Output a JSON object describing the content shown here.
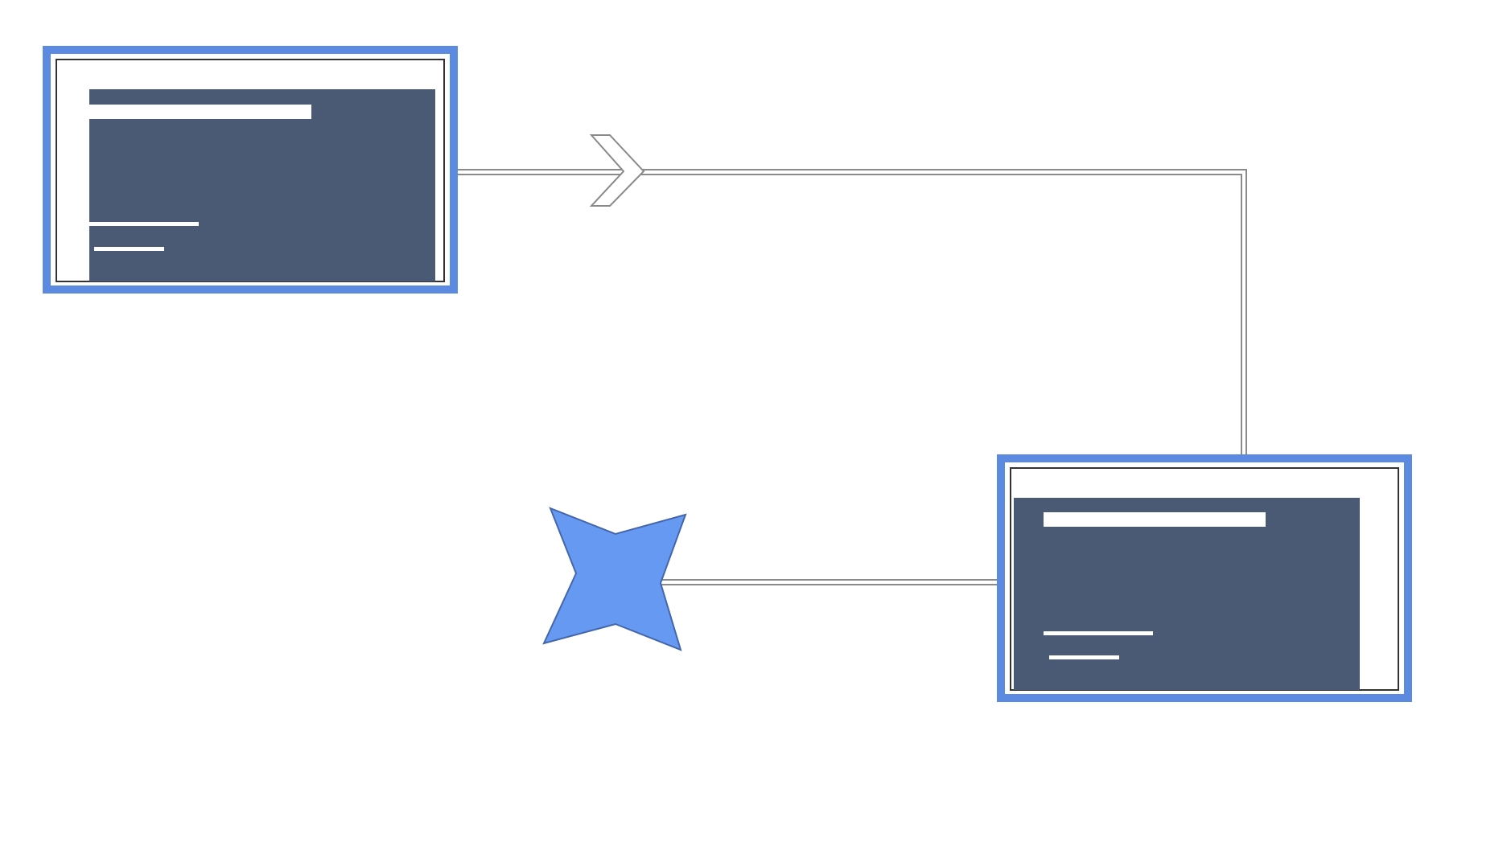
{
  "diagram": {
    "colors": {
      "background": "#ffffff",
      "node_border": "#5b8ae0",
      "node_fill": "#ffffff",
      "panel_fill": "#4b5a74",
      "placeholder_bar": "#ffffff",
      "connector_outline": "#8a8a8a",
      "star_fill": "#6699f2",
      "star_outline": "#4466aa"
    },
    "nodes": [
      {
        "id": "card-1"
      },
      {
        "id": "card-2"
      }
    ],
    "shapes": [
      {
        "id": "four-point-star",
        "shape": "star-4"
      }
    ],
    "edges": [
      {
        "from": "card-1",
        "to": "card-2",
        "style": "double-line",
        "marker": "chevron-arrow"
      },
      {
        "from": "card-2",
        "to": "four-point-star",
        "style": "double-line",
        "marker": "none"
      }
    ]
  }
}
